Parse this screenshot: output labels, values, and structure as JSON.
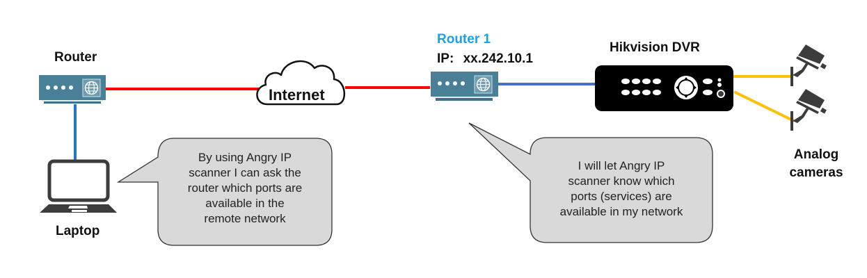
{
  "diagram": {
    "nodes": {
      "router_left": {
        "label": "Router"
      },
      "laptop": {
        "label": "Laptop"
      },
      "internet": {
        "label": "Internet"
      },
      "router_1": {
        "label": "Router 1",
        "ip_label": "IP:",
        "ip_value": "xx.242.10.1"
      },
      "dvr": {
        "label": "Hikvision DVR"
      },
      "cameras": {
        "label_line1": "Analog",
        "label_line2": "cameras"
      }
    },
    "bubbles": {
      "left": {
        "lines": [
          "By using Angry IP",
          "scanner I can ask the",
          "router which ports are",
          "available in the",
          "remote network"
        ]
      },
      "right": {
        "lines": [
          "I will let Angry IP",
          "scanner know which",
          "ports (services) are",
          "available in my network"
        ]
      }
    },
    "connections": [
      {
        "from": "router_left",
        "to": "internet",
        "color": "#ff0000"
      },
      {
        "from": "internet",
        "to": "router_1",
        "color": "#ff0000"
      },
      {
        "from": "router_1",
        "to": "dvr",
        "color": "#4472c4"
      },
      {
        "from": "router_left",
        "to": "laptop",
        "color": "#1f78c8"
      },
      {
        "from": "dvr",
        "to": "camera_1",
        "color": "#ffc000"
      },
      {
        "from": "dvr",
        "to": "camera_2",
        "color": "#ffc000"
      }
    ],
    "colors": {
      "router_body": "#4a7f98",
      "router_1_label": "#1aa3e8",
      "bubble_fill": "#d9d9d9",
      "device_dark": "#3c3c3c"
    }
  }
}
